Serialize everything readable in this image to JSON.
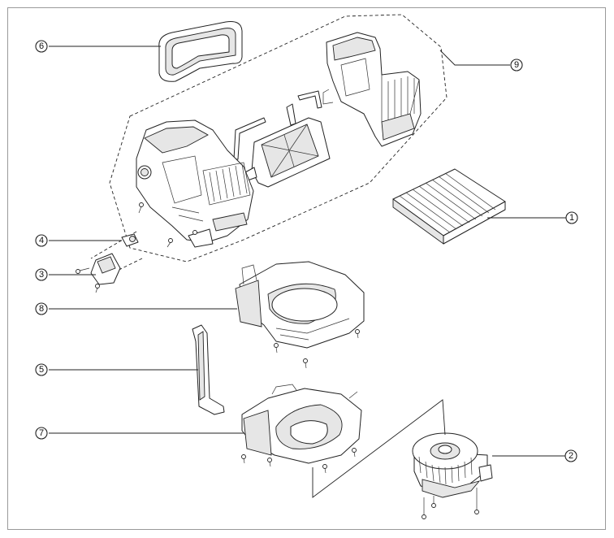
{
  "callouts": [
    {
      "id": "1",
      "label": "1"
    },
    {
      "id": "2",
      "label": "2"
    },
    {
      "id": "3",
      "label": "3"
    },
    {
      "id": "4",
      "label": "4"
    },
    {
      "id": "5",
      "label": "5"
    },
    {
      "id": "6",
      "label": "6"
    },
    {
      "id": "7",
      "label": "7"
    },
    {
      "id": "8",
      "label": "8"
    },
    {
      "id": "9",
      "label": "9"
    }
  ],
  "colors": {
    "line": "#222222",
    "frame": "#9a9a9a",
    "background": "#ffffff"
  }
}
